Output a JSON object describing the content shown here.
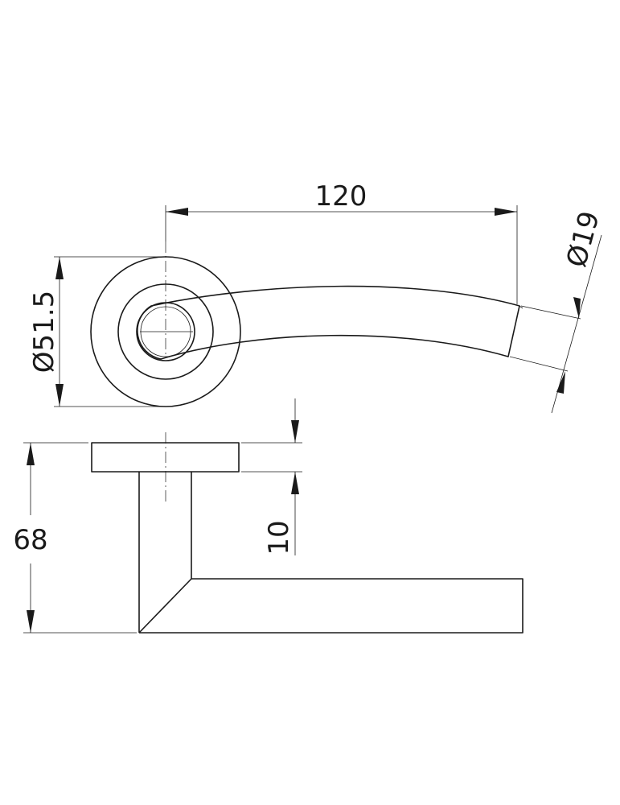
{
  "dimensions": {
    "length": "120",
    "rose_diameter": "Ø51.5",
    "bar_diameter": "Ø19",
    "height": "68",
    "rose_thickness": "10"
  },
  "colors": {
    "line": "#1a1a1a",
    "background": "#ffffff"
  }
}
